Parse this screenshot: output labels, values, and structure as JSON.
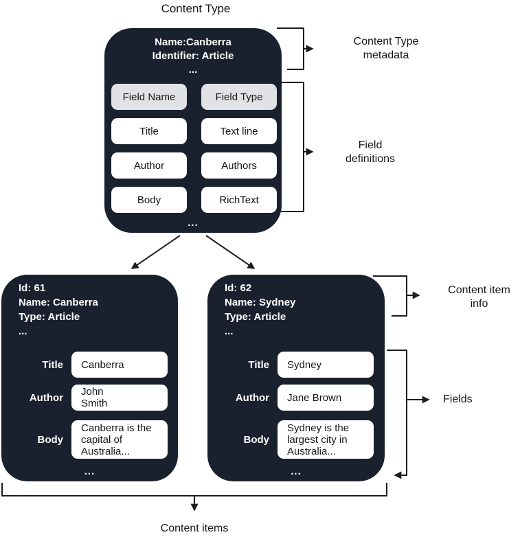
{
  "colors": {
    "box_bg": "#1a212e",
    "header_cell_bg": "#e1e2e6",
    "cell_bg": "#ffffff",
    "line": "#1c1c1c",
    "text_dark": "#161616",
    "text_light": "#ffffff"
  },
  "title": "Content Type",
  "content_type": {
    "header": "Name:Canberra\nIdentifier: Article\n...",
    "table": {
      "headers": [
        "Field Name",
        "Field Type"
      ],
      "rows": [
        [
          "Title",
          "Text line"
        ],
        [
          "Author",
          "Authors"
        ],
        [
          "Body",
          "RichText"
        ]
      ]
    },
    "ellipsis": "..."
  },
  "items": [
    {
      "info": "Id: 61\nName: Canberra\nType: Article\n...",
      "fields": [
        {
          "label": "Title",
          "value": "Canberra"
        },
        {
          "label": "Author",
          "value": "John\nSmith"
        },
        {
          "label": "Body",
          "value": "Canberra is the\ncapital of\nAustralia..."
        }
      ],
      "ellipsis": "..."
    },
    {
      "info": "Id: 62\nName: Sydney\nType: Article\n...",
      "fields": [
        {
          "label": "Title",
          "value": "Sydney"
        },
        {
          "label": "Author",
          "value": "Jane Brown"
        },
        {
          "label": "Body",
          "value": "Sydney is the\nlargest city in\nAustralia..."
        }
      ],
      "ellipsis": "..."
    }
  ],
  "annotations": {
    "content_type_metadata": "Content Type\nmetadata",
    "field_definitions": "Field\ndefinitions",
    "content_item_info": "Content item\ninfo",
    "fields": "Fields",
    "content_items": "Content items"
  }
}
